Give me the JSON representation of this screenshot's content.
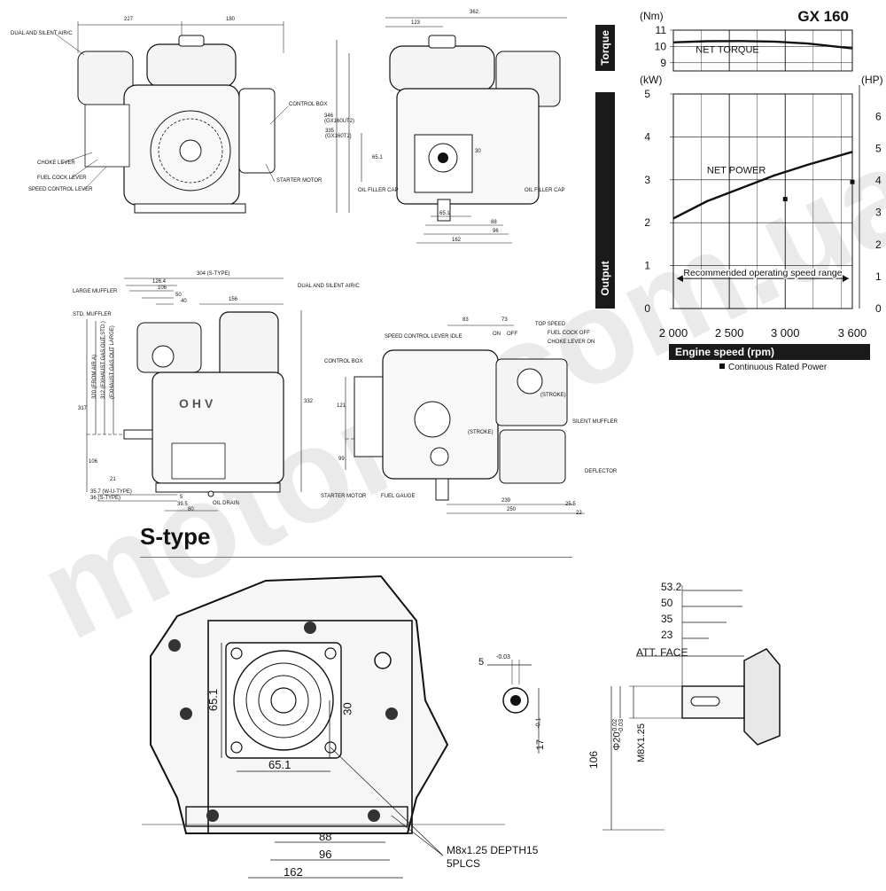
{
  "watermark": "motors.com.ua",
  "front_view": {
    "dims": [
      "227",
      "180"
    ],
    "labels": [
      "DUAL AND SILENT AIR/C",
      "CHOKE LEVER",
      "FUEL COCK LEVER",
      "SPEED CONTROL LEVER",
      "CONTROL BOX",
      "STARTER MOTOR"
    ]
  },
  "side_view": {
    "dims": [
      "362",
      "123",
      "346\n(GX160UT2)",
      "335\n(GX160T2)",
      "65.1",
      "30",
      "65.1",
      "88",
      "96",
      "162"
    ],
    "labels": [
      "OIL FILLER CAP",
      "OIL FILLER CAP"
    ]
  },
  "top_view": {
    "dims": [
      "304 (S-TYPE)",
      "126.4",
      "106",
      "50",
      "40",
      "156",
      "317",
      "332",
      "106",
      "21",
      "35.7 (W-U-TYPE)",
      "36 (S-TYPE)",
      "5",
      "39.5",
      "80"
    ],
    "vertical_labels": [
      "320 (FROM AIR A)",
      "312 (EXHAUST GAS OUT STD.)",
      "(EXHAUST GAS OUT LARGE)"
    ],
    "labels": [
      "LARGE MUFFLER",
      "STD. MUFFLER",
      "DUAL AND SILENT AIR/C",
      "OIL DRAIN"
    ]
  },
  "rear_view": {
    "dims": [
      "83",
      "73",
      "121",
      "99",
      "239",
      "250",
      "25.5",
      "22"
    ],
    "labels": [
      "SPEED CONTROL LEVER IDLE",
      "ON",
      "OFF",
      "TOP SPEED",
      "FUEL COCK OFF",
      "CHOKE LEVER ON",
      "CONTROL BOX",
      "(STROKE)",
      "(STROKE)",
      "SILENT MUFFLER",
      "STARTER MOTOR",
      "FUEL GAUGE",
      "DEFLECTOR"
    ]
  },
  "sidebar": {
    "torque": "Torque",
    "output": "Output"
  },
  "chart_data": {
    "type": "line",
    "title": "GX 160",
    "xlabel": "Engine speed (rpm)",
    "x_ticks": [
      "2 000",
      "2 500",
      "3 000",
      "3 600"
    ],
    "xlim": [
      2000,
      3600
    ],
    "torque_axis": {
      "unit": "(Nm)",
      "ticks": [
        "11",
        "10",
        "9"
      ],
      "ylim": [
        8.5,
        11
      ]
    },
    "power_axis_kw": {
      "unit": "(kW)",
      "ticks": [
        "5",
        "4",
        "3",
        "2",
        "1",
        "0"
      ],
      "ylim": [
        0,
        5
      ]
    },
    "power_axis_hp": {
      "unit": "(HP)",
      "ticks": [
        "6",
        "5",
        "4",
        "3",
        "2",
        "1",
        "0"
      ]
    },
    "grid": true,
    "series": [
      {
        "name": "NET TORQUE",
        "x": [
          2000,
          2300,
          2600,
          2900,
          3200,
          3600
        ],
        "y": [
          10.25,
          10.32,
          10.33,
          10.3,
          10.18,
          9.88
        ]
      },
      {
        "name": "NET POWER",
        "x": [
          2000,
          2300,
          2600,
          2900,
          3200,
          3600
        ],
        "y": [
          2.1,
          2.5,
          2.8,
          3.1,
          3.35,
          3.65
        ]
      }
    ],
    "continuous_rated_points": [
      {
        "x": 3000,
        "y": 2.55
      },
      {
        "x": 3600,
        "y": 2.95
      }
    ],
    "range_label": "Recommended operating speed range",
    "legend": "Continuous Rated Power"
  },
  "s_type": {
    "title": "S-type",
    "dims": [
      "65.1",
      "30",
      "65.1",
      "88",
      "96",
      "162",
      "106"
    ],
    "note_lines": [
      "M8x1.25 DEPTH15",
      "5PLCS"
    ],
    "key_dim": "5",
    "key_tol": "-0.03",
    "key_height": "17",
    "key_height_tol": "-0.1",
    "shaft_dims": [
      "53.2",
      "50",
      "35",
      "23"
    ],
    "att_face": "ATT. FACE",
    "shaft_diameter": "Φ20",
    "shaft_tol": "-0.02\n-0.03",
    "shaft_thread": "M8X1.25"
  },
  "colors": {
    "ink": "#111111",
    "band": "#1a1a1a",
    "engine_fill": "#f4f4f4"
  }
}
